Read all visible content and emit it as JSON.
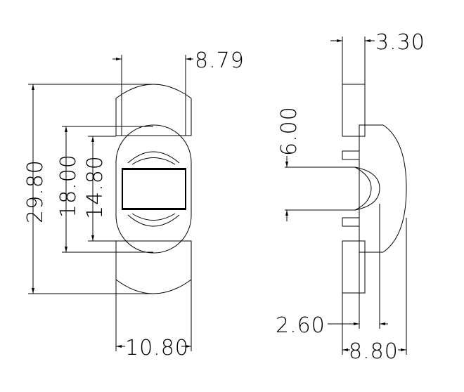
{
  "drawing": {
    "dimensions": {
      "front_width_small": "8.79",
      "front_height_total": "29.80",
      "front_height_mid": "18.00",
      "front_height_inner": "14.80",
      "front_width_body": "10.80",
      "side_width_top": "3.30",
      "side_height_rod": "6.00",
      "side_width_stem": "2.60",
      "side_width_total": "8.80"
    }
  }
}
